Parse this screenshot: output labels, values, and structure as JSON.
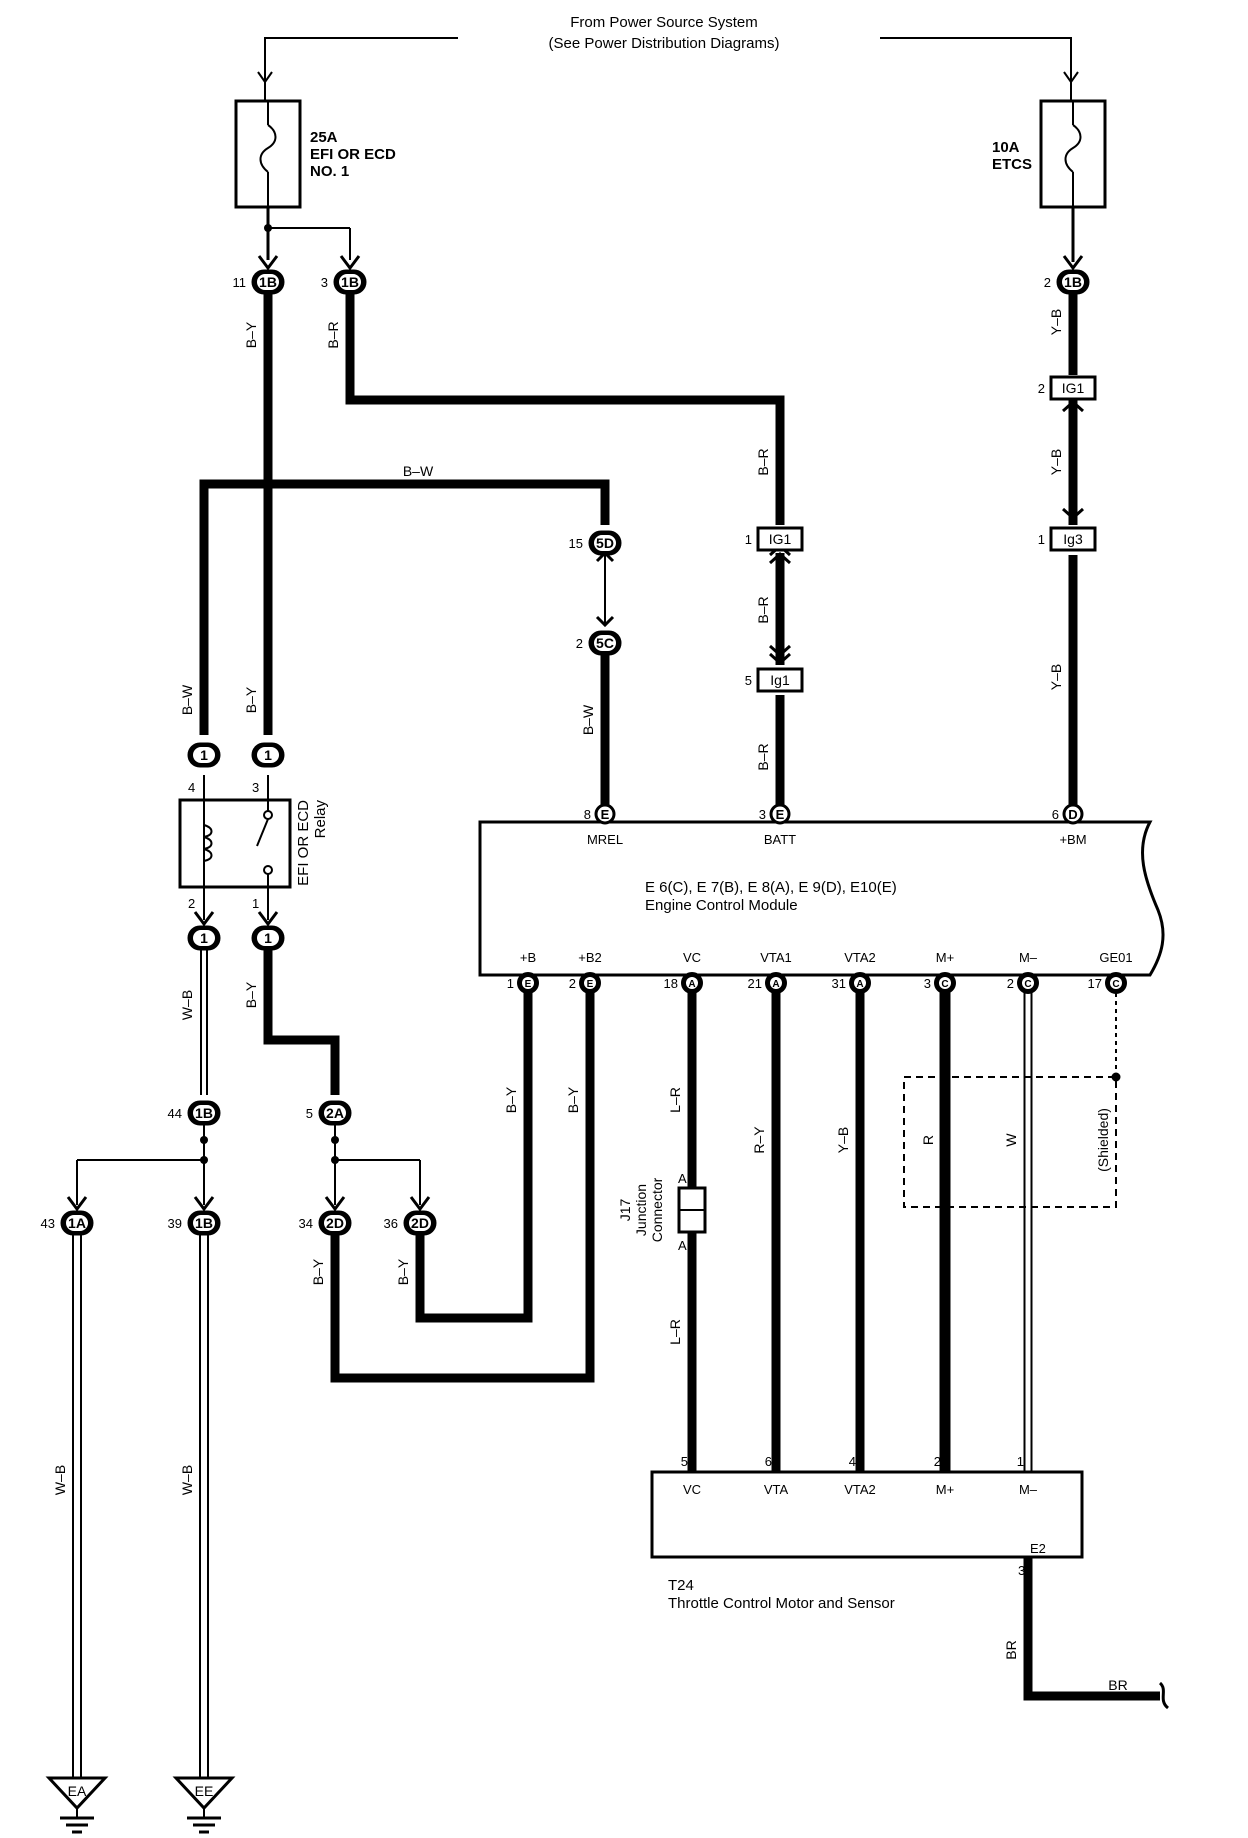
{
  "header": {
    "line1": "From Power Source System",
    "line2": "(See Power Distribution Diagrams)"
  },
  "fuses": {
    "efi": {
      "amp": "25A",
      "name1": "EFI OR ECD",
      "name2": "NO. 1"
    },
    "etcs": {
      "amp": "10A",
      "name1": "ETCS"
    }
  },
  "relay": {
    "name1": "EFI OR ECD",
    "name2": "Relay",
    "pin4": "4",
    "pin3": "3",
    "pin2": "2",
    "pin1": "1"
  },
  "connectors": {
    "c_11_1b": {
      "pin": "11",
      "id": "1B"
    },
    "c_3_1b": {
      "pin": "3",
      "id": "1B"
    },
    "c_2_1b": {
      "pin": "2",
      "id": "1B"
    },
    "c_15_5d": {
      "pin": "15",
      "id": "5D"
    },
    "c_2_5c": {
      "pin": "2",
      "id": "5C"
    },
    "c_1_ig1": {
      "pin": "1",
      "id": "IG1"
    },
    "c_5_ig1": {
      "pin": "5",
      "id": "Ig1"
    },
    "c_2_ig1": {
      "pin": "2",
      "id": "IG1"
    },
    "c_1_ig3": {
      "pin": "1",
      "id": "Ig3"
    },
    "relay_top_l": {
      "id": "1"
    },
    "relay_top_r": {
      "id": "1"
    },
    "relay_bot_l": {
      "id": "1"
    },
    "relay_bot_r": {
      "id": "1"
    },
    "c_44_1b": {
      "pin": "44",
      "id": "1B"
    },
    "c_5_2a": {
      "pin": "5",
      "id": "2A"
    },
    "c_43_1a": {
      "pin": "43",
      "id": "1A"
    },
    "c_39_1b": {
      "pin": "39",
      "id": "1B"
    },
    "c_34_2d": {
      "pin": "34",
      "id": "2D"
    },
    "c_36_2d": {
      "pin": "36",
      "id": "2D"
    }
  },
  "wire_colors": {
    "by": "B–Y",
    "br": "B–R",
    "bw": "B–W",
    "yb": "Y–B",
    "wb": "W–B",
    "lr": "L–R",
    "ry": "R–Y",
    "r": "R",
    "w": "W",
    "brown": "BR"
  },
  "ecm": {
    "title1": "E 6(C), E 7(B), E 8(A), E 9(D), E10(E)",
    "title2": "Engine Control Module",
    "top_pins": [
      {
        "num": "8",
        "conn": "E",
        "name": "MREL"
      },
      {
        "num": "3",
        "conn": "E",
        "name": "BATT"
      },
      {
        "num": "6",
        "conn": "D",
        "name": "+BM"
      }
    ],
    "bottom_pins": [
      {
        "num": "1",
        "conn": "E",
        "name": "+B"
      },
      {
        "num": "2",
        "conn": "E",
        "name": "+B2"
      },
      {
        "num": "18",
        "conn": "A",
        "name": "VC"
      },
      {
        "num": "21",
        "conn": "A",
        "name": "VTA1"
      },
      {
        "num": "31",
        "conn": "A",
        "name": "VTA2"
      },
      {
        "num": "3",
        "conn": "C",
        "name": "M+"
      },
      {
        "num": "2",
        "conn": "C",
        "name": "M–"
      },
      {
        "num": "17",
        "conn": "C",
        "name": "GE01"
      }
    ]
  },
  "junction": {
    "id": "J17",
    "name1": "Junction",
    "name2": "Connector",
    "pin_top": "A",
    "pin_bot": "A"
  },
  "shielded": "(Shielded)",
  "sensor": {
    "id": "T24",
    "name": "Throttle Control Motor and Sensor",
    "pins": [
      {
        "num": "5",
        "name": "VC"
      },
      {
        "num": "6",
        "name": "VTA"
      },
      {
        "num": "4",
        "name": "VTA2"
      },
      {
        "num": "2",
        "name": "M+"
      },
      {
        "num": "1",
        "name": "M–"
      }
    ],
    "ground_pin": {
      "num": "3",
      "name": "E2"
    }
  },
  "grounds": {
    "left": "EA",
    "right": "EE"
  }
}
